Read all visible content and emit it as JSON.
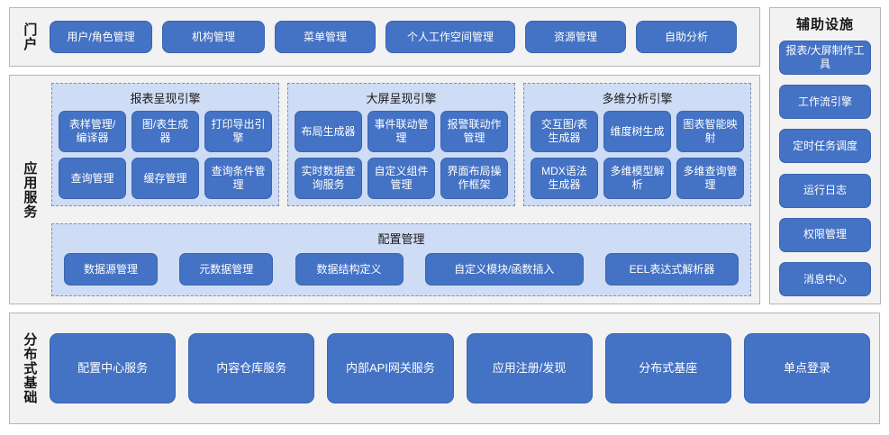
{
  "portal": {
    "label": "门户",
    "items": [
      {
        "label": "用户/角色管理"
      },
      {
        "label": "机构管理"
      },
      {
        "label": "菜单管理"
      },
      {
        "label": "个人工作空间管理"
      },
      {
        "label": "资源管理"
      },
      {
        "label": "自助分析"
      }
    ]
  },
  "app_services": {
    "label": "应用服务",
    "engines": [
      {
        "title": "报表呈现引擎",
        "items": [
          {
            "label": "表样管理/编译器"
          },
          {
            "label": "图/表生成器"
          },
          {
            "label": "打印导出引擎"
          },
          {
            "label": "查询管理"
          },
          {
            "label": "缓存管理"
          },
          {
            "label": "查询条件管理"
          }
        ]
      },
      {
        "title": "大屏呈现引擎",
        "items": [
          {
            "label": "布局生成器"
          },
          {
            "label": "事件联动管理"
          },
          {
            "label": "报警联动作管理"
          },
          {
            "label": "实时数据查询服务"
          },
          {
            "label": "自定义组件管理"
          },
          {
            "label": "界面布局操作框架"
          }
        ]
      },
      {
        "title": "多维分析引擎",
        "items": [
          {
            "label": "交互图/表生成器"
          },
          {
            "label": "维度树生成"
          },
          {
            "label": "图表智能映射"
          },
          {
            "label": "MDX语法生成器"
          },
          {
            "label": "多维模型解析"
          },
          {
            "label": "多维查询管理"
          }
        ]
      }
    ],
    "config": {
      "title": "配置管理",
      "items": [
        {
          "label": "数据源管理"
        },
        {
          "label": "元数据管理"
        },
        {
          "label": "数据结构定义"
        },
        {
          "label": "自定义模块/函数插入"
        },
        {
          "label": "EEL表达式解析器"
        }
      ]
    }
  },
  "aux": {
    "title": "辅助设施",
    "items": [
      {
        "label": "报表/大屏制作工具"
      },
      {
        "label": "工作流引擎"
      },
      {
        "label": "定时任务调度"
      },
      {
        "label": "运行日志"
      },
      {
        "label": "权限管理"
      },
      {
        "label": "消息中心"
      }
    ]
  },
  "distributed_base": {
    "label": "分布式基础",
    "items": [
      {
        "label": "配置中心服务"
      },
      {
        "label": "内容仓库服务"
      },
      {
        "label": "内部API网关服务"
      },
      {
        "label": "应用注册/发现"
      },
      {
        "label": "分布式基座"
      },
      {
        "label": "单点登录"
      }
    ]
  },
  "colors": {
    "button_fill": "#4472c4",
    "group_fill": "#cfdcf5",
    "panel_fill": "#f2f2f2",
    "panel_border": "#b5b5b5",
    "group_border": "#7e8fb5",
    "text_light": "#ffffff",
    "text_dark": "#161616"
  }
}
